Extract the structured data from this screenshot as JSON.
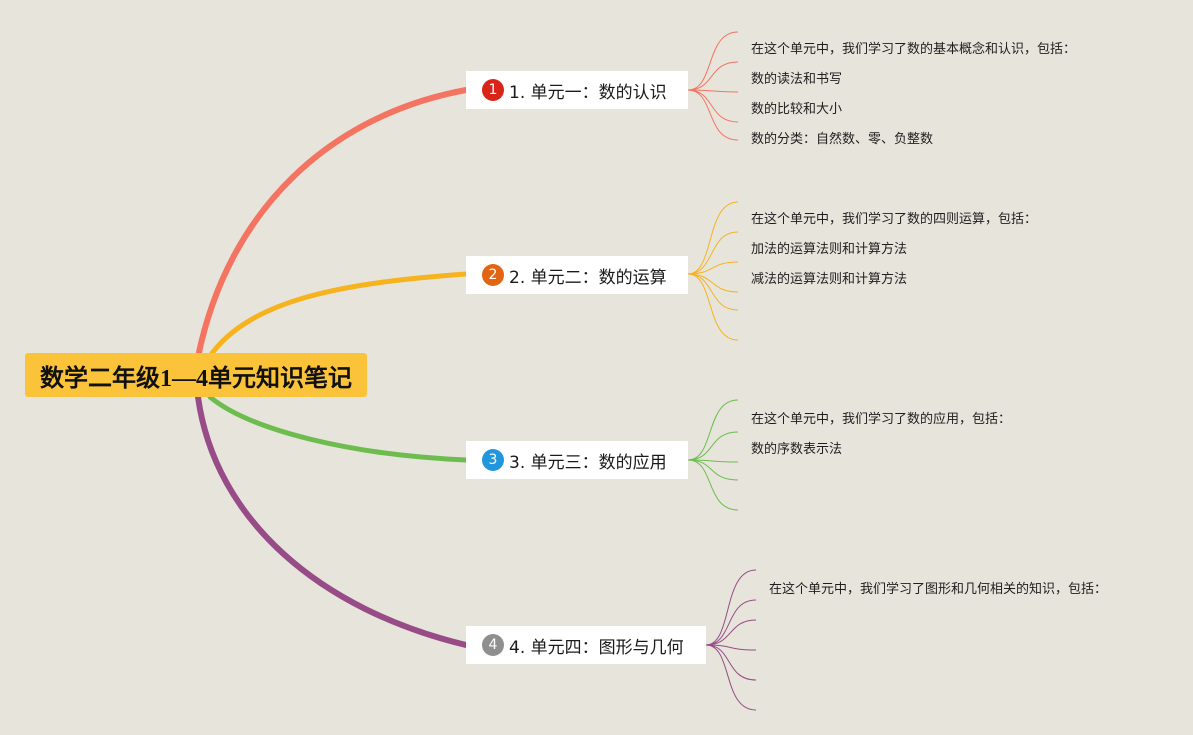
{
  "central": {
    "title": "数学二年级1—4单元知识笔记"
  },
  "branches": [
    {
      "number": "1",
      "title": "1. 单元一：数的认识",
      "color": "#f47361",
      "badge_color": "#d9241a",
      "items": [
        "在这个单元中，我们学习了数的基本概念和认识，包括：",
        "数的读法和书写",
        "数的比较和大小",
        "数的分类：自然数、零、负整数"
      ]
    },
    {
      "number": "2",
      "title": "2. 单元二：数的运算",
      "color": "#f6b31e",
      "badge_color": "#e16513",
      "items": [
        "在这个单元中，我们学习了数的四则运算，包括：",
        "加法的运算法则和计算方法",
        "减法的运算法则和计算方法",
        "",
        ""
      ]
    },
    {
      "number": "3",
      "title": "3. 单元三：数的应用",
      "color": "#6cbd4e",
      "badge_color": "#2196dd",
      "items": [
        "在这个单元中，我们学习了数的应用，包括：",
        "数的序数表示法",
        "",
        ""
      ]
    },
    {
      "number": "4",
      "title": "4. 单元四：图形与几何",
      "color": "#974c87",
      "badge_color": "#8f8f8f",
      "items": [
        "在这个单元中，我们学习了图形和几何相关的知识，包括：",
        "",
        "",
        "",
        ""
      ]
    }
  ]
}
